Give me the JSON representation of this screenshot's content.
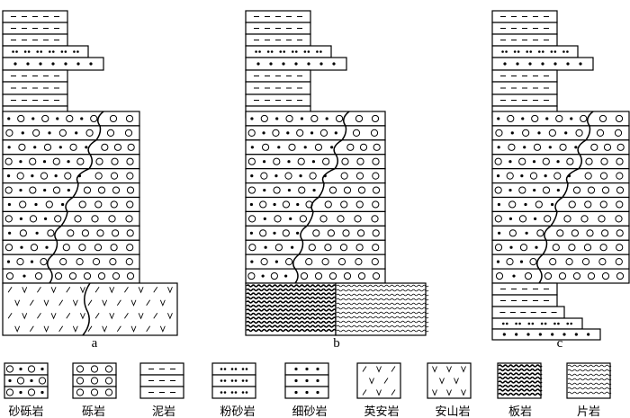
{
  "columns": [
    {
      "label": "a",
      "base": [
        {
          "type": "dacite",
          "name": "英安岩"
        },
        {
          "type": "andesite",
          "name": "安山岩"
        }
      ],
      "top_sequence": [
        "mudstone",
        "mudstone",
        "mudstone",
        "siltstone",
        "fine_sandstone",
        "mudstone",
        "mudstone",
        "mudstone",
        "mudstone"
      ]
    },
    {
      "label": "b",
      "base": [
        {
          "type": "slate",
          "name": "板岩"
        },
        {
          "type": "schist",
          "name": "片岩"
        }
      ],
      "top_sequence": [
        "mudstone",
        "mudstone",
        "mudstone",
        "siltstone",
        "fine_sandstone",
        "mudstone",
        "mudstone",
        "mudstone",
        "mudstone"
      ]
    },
    {
      "label": "c",
      "base": [
        {
          "type": "mudstone",
          "name": "泥岩"
        },
        {
          "type": "siltstone",
          "name": "粉砂岩"
        }
      ],
      "top_sequence": [
        "mudstone",
        "mudstone",
        "mudstone",
        "siltstone",
        "fine_sandstone",
        "mudstone",
        "mudstone",
        "mudstone",
        "mudstone"
      ]
    }
  ],
  "legend": [
    {
      "type": "pebbly_sandstone",
      "label": "砂砾岩"
    },
    {
      "type": "conglomerate",
      "label": "砾岩"
    },
    {
      "type": "mudstone",
      "label": "泥岩"
    },
    {
      "type": "siltstone",
      "label": "粉砂岩"
    },
    {
      "type": "fine_sandstone",
      "label": "细砂岩"
    },
    {
      "type": "dacite",
      "label": "英安岩"
    },
    {
      "type": "andesite",
      "label": "安山岩"
    },
    {
      "type": "slate",
      "label": "板岩"
    },
    {
      "type": "schist",
      "label": "片岩"
    }
  ],
  "colors": {
    "ink": "#000000",
    "paper": "#ffffff"
  }
}
